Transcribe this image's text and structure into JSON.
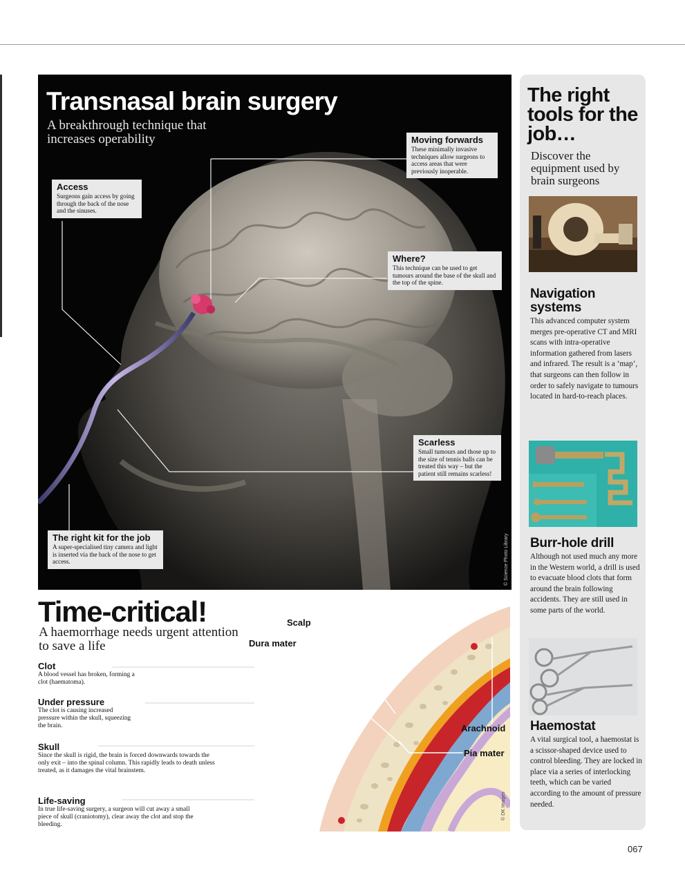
{
  "surgery": {
    "title": "Transnasal brain surgery",
    "subtitle": "A breakthrough technique that increases operability",
    "credit": "© Science Photo Library",
    "callouts": [
      {
        "title": "Access",
        "body": "Surgeons gain access by going through the back of the nose and the sinuses."
      },
      {
        "title": "Moving forwards",
        "body": "These minimally invasive techniques allow surgeons to access areas that were previously inoperable."
      },
      {
        "title": "Where?",
        "body": "This technique can be used to get tumours around the base of the skull and the top of the spine."
      },
      {
        "title": "Scarless",
        "body": "Small tumours and those up to the size of tennis balls can be treated this way – but the patient still remains scarless!"
      },
      {
        "title": "The right kit for the job",
        "body": "A super-specialised tiny camera and light is inserted via the back of the nose to get access."
      }
    ]
  },
  "time_critical": {
    "title": "Time-critical!",
    "subtitle": "A haemorrhage needs urgent attention to save a life",
    "items": [
      {
        "title": "Clot",
        "body": "A blood vessel has broken, forming a clot (haematoma)."
      },
      {
        "title": "Under pressure",
        "body": "The clot is causing increased pressure within the skull, squeezing the brain."
      },
      {
        "title": "Skull",
        "body": "Since the skull is rigid, the brain is forced downwards towards the only exit – into the spinal column. This rapidly leads to death unless treated, as it damages the vital brainstem."
      },
      {
        "title": "Life-saving",
        "body": "In true life-saving surgery, a surgeon will cut away a small piece of skull (craniotomy), clear away the clot and stop the bleeding."
      }
    ],
    "labels": {
      "scalp": "Scalp",
      "dura": "Dura mater",
      "arachnoid": "Arachnoid",
      "pia": "Pia mater"
    },
    "credit": "© DK Images"
  },
  "sidebar": {
    "title": "The right tools for the job…",
    "subtitle": "Discover the equipment used by brain surgeons",
    "sections": [
      {
        "heading": "Navigation systems",
        "body": "This advanced computer system merges pre-operative CT and MRI scans with intra-operative information gathered from lasers and infrared. The result is a ‘map’, that surgeons can then follow in order to safely navigate to tumours located in hard-to-reach places."
      },
      {
        "heading": "Burr-hole drill",
        "body": "Although not used much any more in the Western world, a drill is used to evacuate blood clots that form around the brain following accidents. They are still used in some parts of the world."
      },
      {
        "heading": "Haemostat",
        "body": "A vital surgical tool, a haemostat is a scissor-shaped device used to control bleeding. They are locked in place via a series of interlocking teeth, which can be varied according to the amount of pressure needed."
      }
    ]
  },
  "page_number": "067"
}
